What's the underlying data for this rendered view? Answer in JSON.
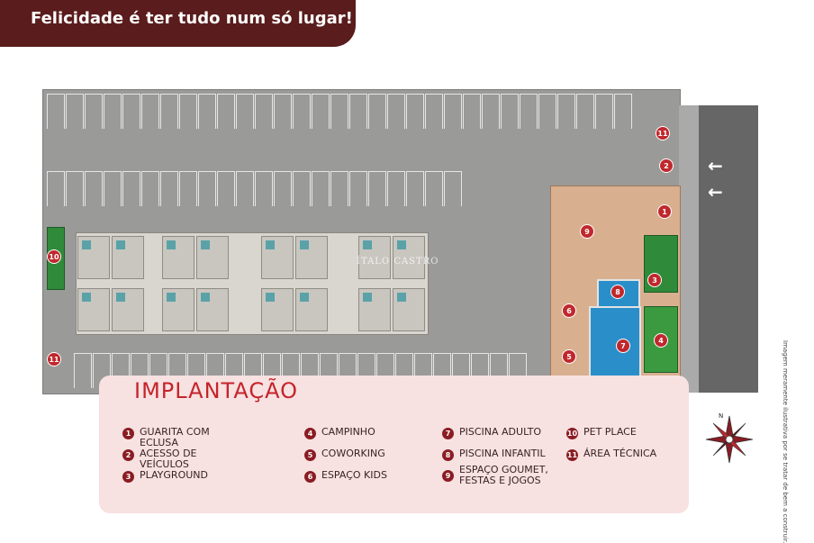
{
  "header": {
    "title": "Felicidade é ter tudo num só lugar!"
  },
  "legend": {
    "title": "IMPLANTAÇÃO",
    "items": [
      {
        "n": "1",
        "label": "GUARITA COM ECLUSA"
      },
      {
        "n": "2",
        "label": "ACESSO DE VEÍCULOS"
      },
      {
        "n": "3",
        "label": "PLAYGROUND"
      },
      {
        "n": "4",
        "label": "CAMPINHO"
      },
      {
        "n": "5",
        "label": "COWORKING"
      },
      {
        "n": "6",
        "label": "ESPAÇO KIDS"
      },
      {
        "n": "7",
        "label": "PISCINA ADULTO"
      },
      {
        "n": "8",
        "label": "PISCINA INFANTIL"
      },
      {
        "n": "9",
        "label": "ESPAÇO GOUMET, FESTAS E JOGOS"
      },
      {
        "n": "10",
        "label": "PET PLACE"
      },
      {
        "n": "11",
        "label": "ÁREA TÉCNICA"
      }
    ]
  },
  "map_markers": [
    "11",
    "2",
    "1",
    "9",
    "3",
    "8",
    "6",
    "7",
    "4",
    "5",
    "11",
    "10",
    "11"
  ],
  "compass": {
    "north": "N"
  },
  "watermark": "ÍTALO CASTRO",
  "disclaimer": "Imagem meramente ilustrativa por se tratar de bem a construir.",
  "colors": {
    "brand": "#5a1c1c",
    "accent": "#c5242b",
    "legend_bg": "#f7e1e1"
  }
}
